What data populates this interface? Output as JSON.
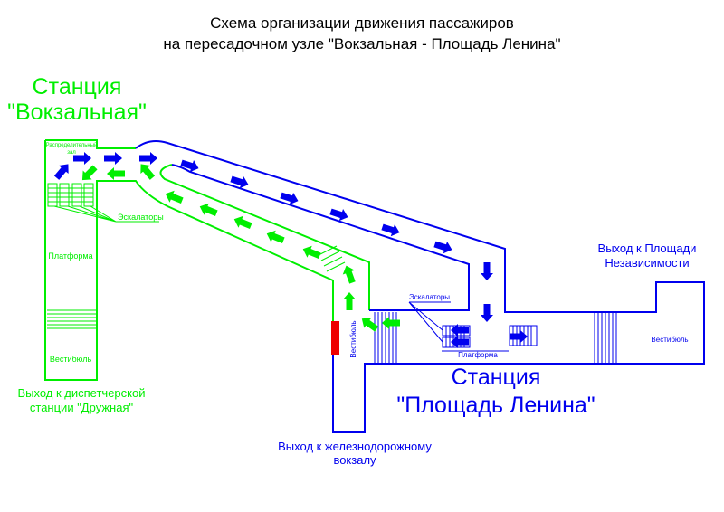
{
  "title": {
    "line1": "Схема организации движения пассажиров",
    "line2": "на пересадочном узле \"Вокзальная - Площадь Ленина\""
  },
  "station_left": {
    "line1": "Станция",
    "line2": "\"Вокзальная\"",
    "hall_line1": "Распределительный",
    "hall_line2": "зал",
    "escalators": "Эскалаторы",
    "platform": "Платформа",
    "vestibule": "Вестибюль",
    "exit_line1": "Выход к диспетчерской",
    "exit_line2": "станции \"Дружная\"",
    "color": "#00ee00"
  },
  "station_right": {
    "line1": "Станция",
    "line2": "\"Площадь Ленина\"",
    "escalators": "Эскалаторы",
    "platform": "Платформа",
    "vestibule_left": "Вестибюль",
    "vestibule_right": "Вестибюль",
    "exit_top_line1": "Выход к Площади",
    "exit_top_line2": "Независимости",
    "exit_bottom_line1": "Выход к железнодорожному",
    "exit_bottom_line2": "вокзалу",
    "color": "#0000ee"
  }
}
